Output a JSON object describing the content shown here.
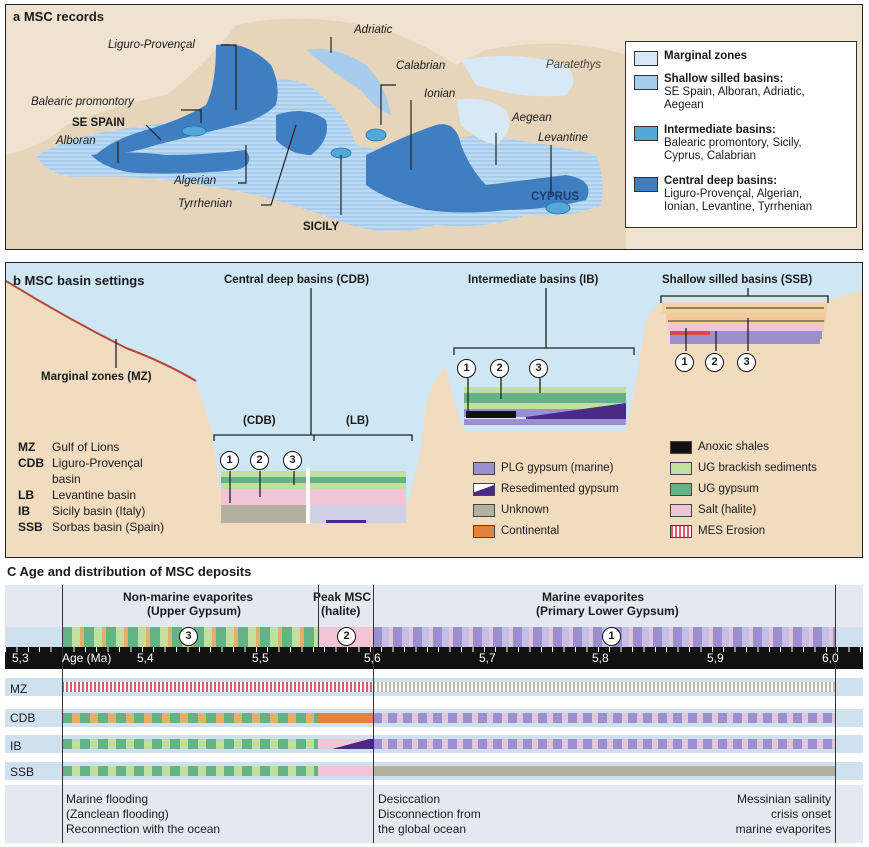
{
  "panel_a": {
    "title": "a MSC records",
    "places": {
      "adriatic": "Adriatic",
      "liguro": "Liguro-Provençal",
      "paratethys": "Paratethys",
      "calabrian": "Calabrian",
      "balearic": "Balearic promontory",
      "ionian": "Ionian",
      "se_spain": "SE SPAIN",
      "aegean": "Aegean",
      "alboran": "Alboran",
      "levantine": "Levantine",
      "algerian": "Algerian",
      "cyprus": "CYPRUS",
      "tyrrhenian": "Tyrrhenian",
      "sicily": "SICILY"
    },
    "legend": [
      {
        "head": "Marginal zones",
        "body": [],
        "color": "#d9e8f5"
      },
      {
        "head": "Shallow silled basins:",
        "body": [
          "SE Spain, Alboran, Adriatic,",
          "Aegean"
        ],
        "color": "#a8cdec"
      },
      {
        "head": "Intermediate basins:",
        "body": [
          "Balearic promontory, Sicily,",
          "Cyprus, Calabrian"
        ],
        "color": "#52a9d9"
      },
      {
        "head": "Central deep basins:",
        "body": [
          "Liguro-Provençal, Algerian,",
          "Ionian, Levantine, Tyrrhenian"
        ],
        "color": "#3f7fc1"
      }
    ]
  },
  "panel_b": {
    "title": "b MSC basin settings",
    "cdb_header": "Central deep basins (CDB)",
    "ib_header": "Intermediate basins (IB)",
    "ssb_header": "Shallow silled basins (SSB)",
    "mz_label": "Marginal zones (MZ)",
    "cdb_sub": "(CDB)",
    "lb_sub": "(LB)",
    "key": [
      {
        "abbr": "MZ",
        "text": "Gulf of Lions"
      },
      {
        "abbr": "CDB",
        "text": "Liguro-Provençal"
      },
      {
        "abbr": "",
        "text": "basin"
      },
      {
        "abbr": "LB",
        "text": "Levantine basin"
      },
      {
        "abbr": "IB",
        "text": "Sicily basin (Italy)"
      },
      {
        "abbr": "SSB",
        "text": "Sorbas basin (Spain)"
      }
    ],
    "legend_left": [
      {
        "label": "PLG gypsum (marine)",
        "color": "#9a8fcf"
      },
      {
        "label": "Resedimented gypsum",
        "color": "#4a2a86"
      },
      {
        "label": "Unknown",
        "color": "#b3b09f"
      },
      {
        "label": "Continental",
        "color": "#e2843f"
      }
    ],
    "legend_right": [
      {
        "label": "Anoxic shales",
        "color": "#111111"
      },
      {
        "label": "UG brackish sediments",
        "color": "#c3dfa0"
      },
      {
        "label": "UG gypsum",
        "color": "#63b386"
      },
      {
        "label": "Salt (halite)",
        "color": "#f1c4d6"
      },
      {
        "label": "MES Erosion",
        "color": "#e05a6a"
      }
    ],
    "circles": [
      "1",
      "2",
      "3"
    ]
  },
  "panel_c": {
    "title": "C Age and distribution of MSC deposits",
    "phase1": {
      "line1": "Marine evaporites",
      "line2": "(Primary Lower Gypsum)",
      "num": "1"
    },
    "phase2": {
      "line1": "Peak MSC",
      "line2": "(halite)",
      "num": "2"
    },
    "phase3": {
      "line1": "Non-marine evaporites",
      "line2": "(Upper Gypsum)",
      "num": "3"
    },
    "axis_label": "Age (Ma)",
    "ticks": [
      "5,3",
      "5,4",
      "5,5",
      "5,6",
      "5,7",
      "5,8",
      "5,9",
      "6,0"
    ],
    "rows": [
      "MZ",
      "CDB",
      "IB",
      "SSB"
    ],
    "notes_left": [
      "Marine flooding",
      "(Zanclean flooding)",
      "Reconnection with the ocean"
    ],
    "notes_mid": [
      "Desiccation",
      "Disconnection from",
      "the global ocean"
    ],
    "notes_right": [
      "Messinian salinity",
      "crisis onset",
      "marine evaporites"
    ]
  }
}
